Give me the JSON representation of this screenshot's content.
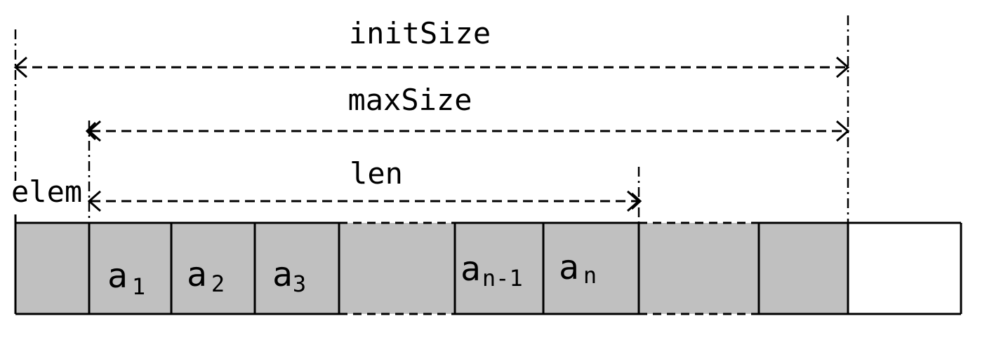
{
  "labels": {
    "init_size": "initSize",
    "max_size": "maxSize",
    "len": "len",
    "elem": "elem"
  },
  "cells": [
    {
      "main": "",
      "sub": ""
    },
    {
      "main": "a",
      "sub": "1"
    },
    {
      "main": "a",
      "sub": "2"
    },
    {
      "main": "a",
      "sub": "3"
    },
    {
      "main": "",
      "sub": ""
    },
    {
      "main": "a",
      "sub": "n-1"
    },
    {
      "main": "a",
      "sub": "n"
    },
    {
      "main": "",
      "sub": ""
    },
    {
      "main": "",
      "sub": ""
    },
    {
      "main": "",
      "sub": ""
    }
  ],
  "colors": {
    "filled": "#c0c0c0",
    "empty": "#ffffff",
    "stroke": "#000000"
  }
}
